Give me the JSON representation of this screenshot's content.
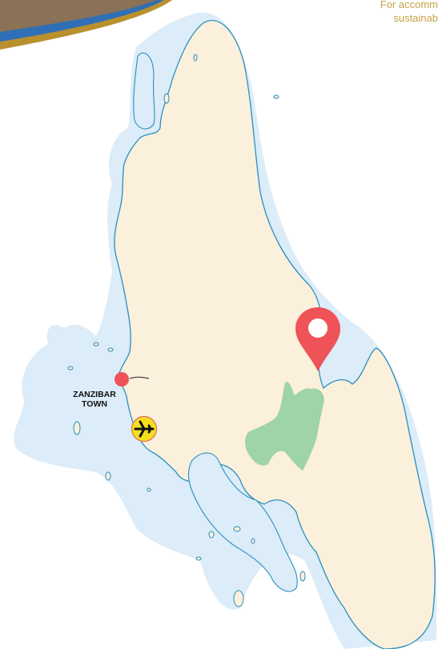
{
  "header": {
    "line1": "For accomm",
    "line2": "sustainab"
  },
  "map": {
    "town_label_line1": "ZANZIBAR",
    "town_label_line2": "TOWN",
    "icons": {
      "location_pin": "location-pin-icon",
      "airport": "airplane-icon",
      "town_marker": "town-dot-icon"
    }
  },
  "colors": {
    "sea": "#dcecf8",
    "land": "#fbf0dc",
    "coast": "#2a8fbf",
    "forest": "#9fd3aa",
    "pin": "#ef5257",
    "airport": "#f4df1e",
    "banner_blue": "#2f6fb5",
    "banner_gold": "#b8902e"
  }
}
